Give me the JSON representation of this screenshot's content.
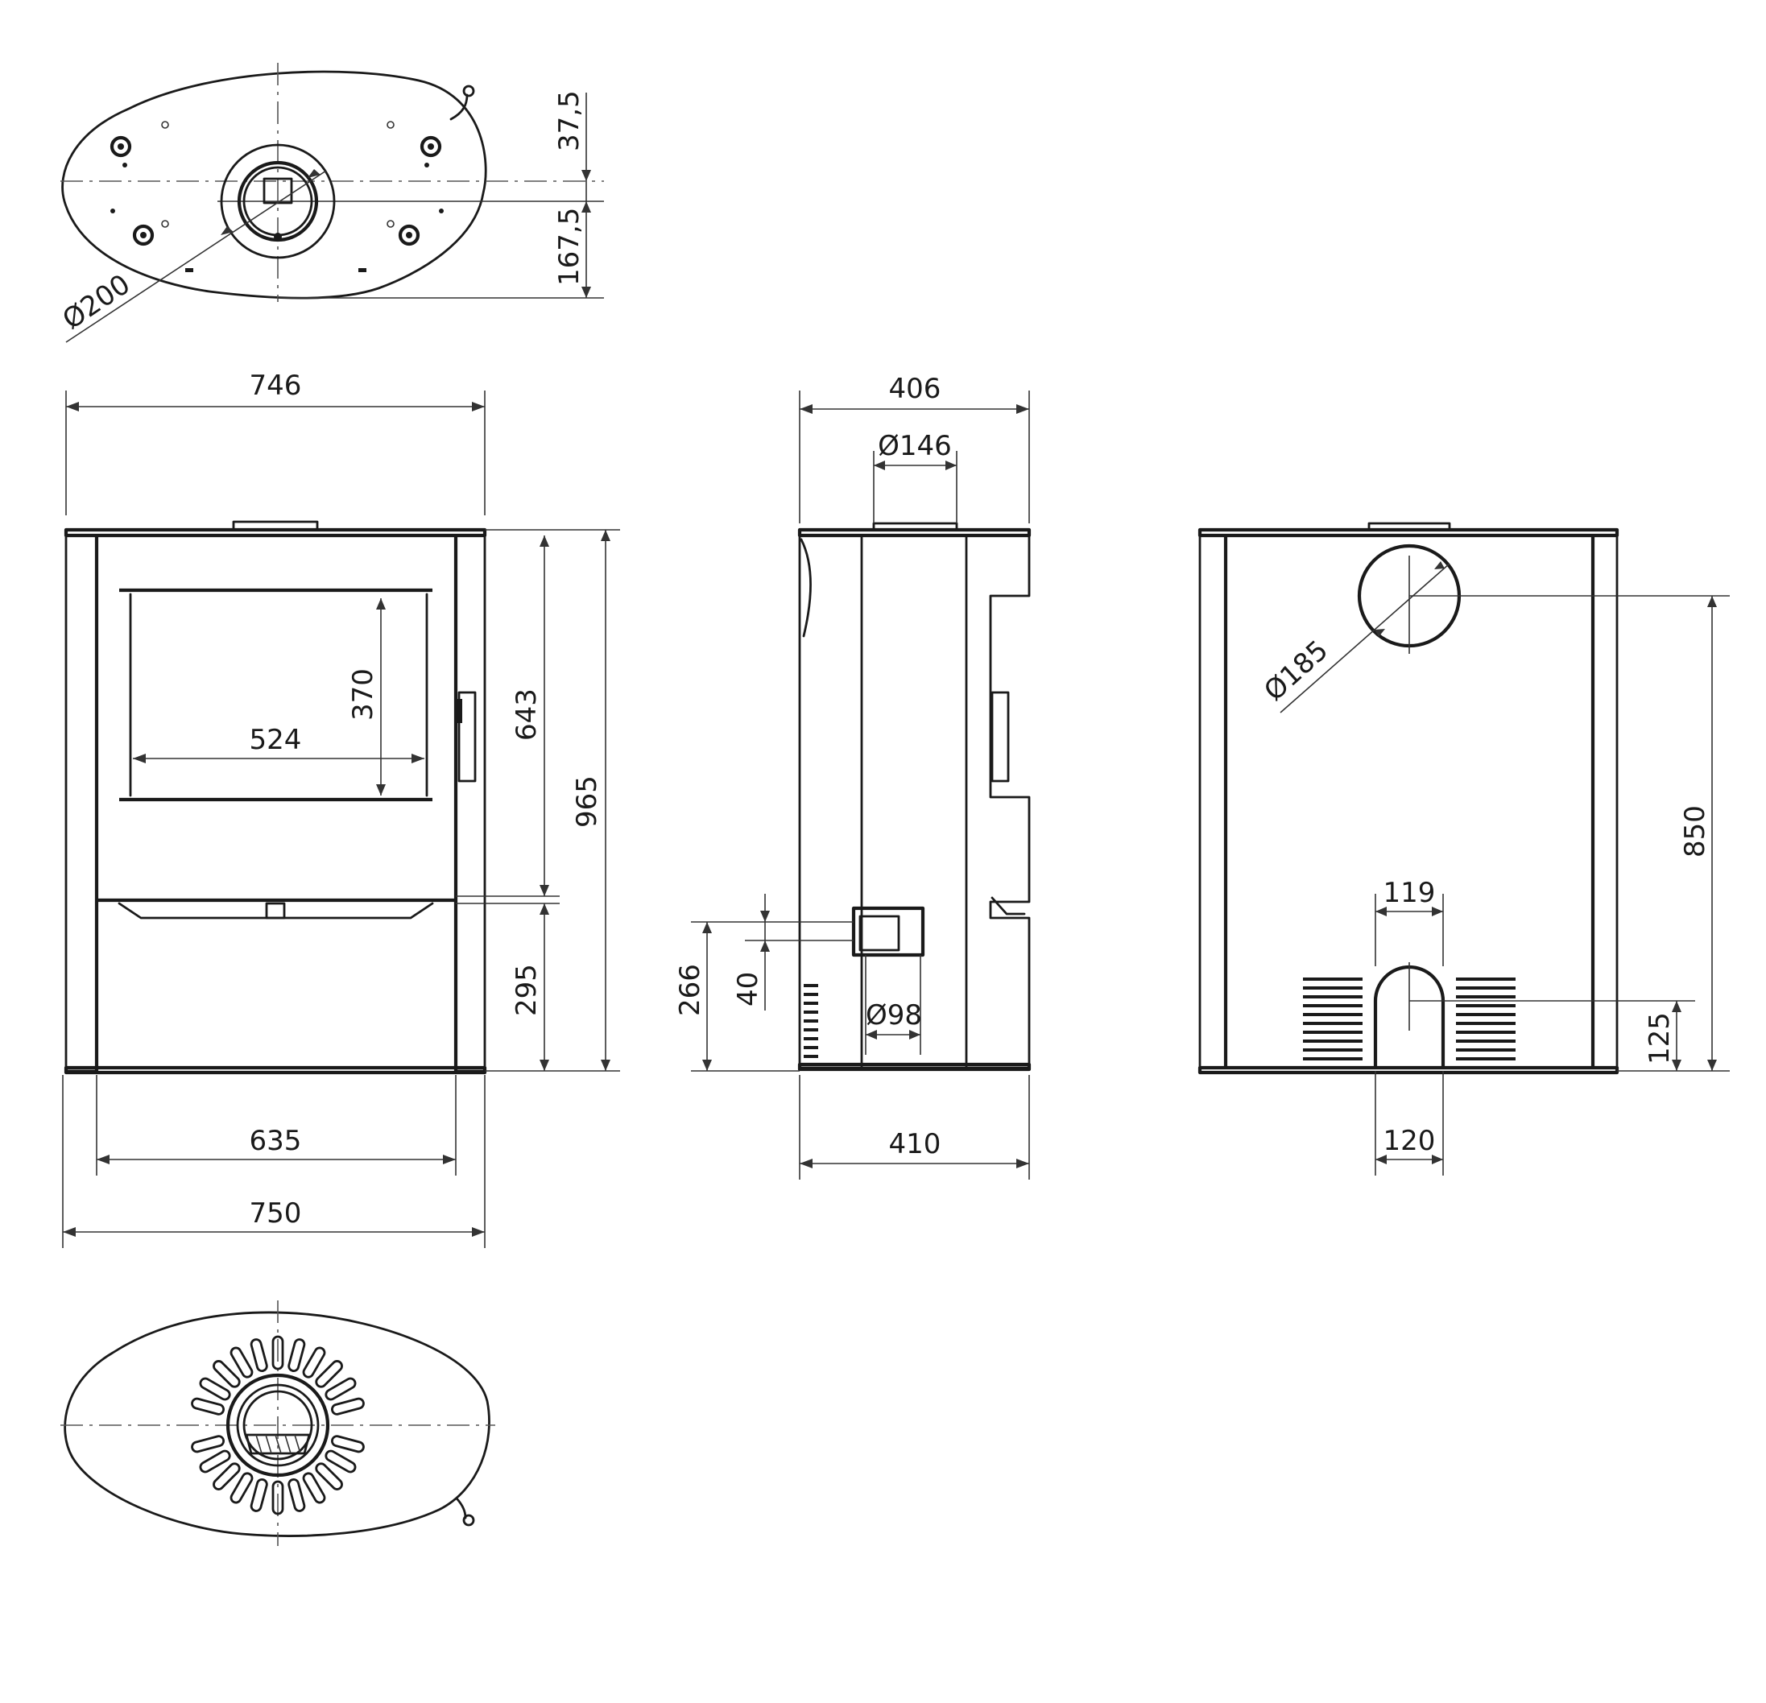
{
  "dimensions": {
    "top_offset_front": "37,5",
    "top_offset_back": "167,5",
    "top_flue_diameter": "Ø200",
    "front_top_width": "746",
    "front_glass_height": "370",
    "front_glass_width": "524",
    "front_door_height": "643",
    "front_total_height": "965",
    "front_lower_height": "295",
    "front_inner_width": "635",
    "front_base_width": "750",
    "side_top_depth": "406",
    "side_flue_diameter": "Ø146",
    "side_air_height": "266",
    "side_air_gap": "40",
    "side_air_diameter": "Ø98",
    "side_base_depth": "410",
    "rear_flue_diameter": "Ø185",
    "rear_flue_height": "850",
    "rear_inlet_top_width": "119",
    "rear_inlet_height": "125",
    "rear_inlet_bottom_width": "120"
  }
}
